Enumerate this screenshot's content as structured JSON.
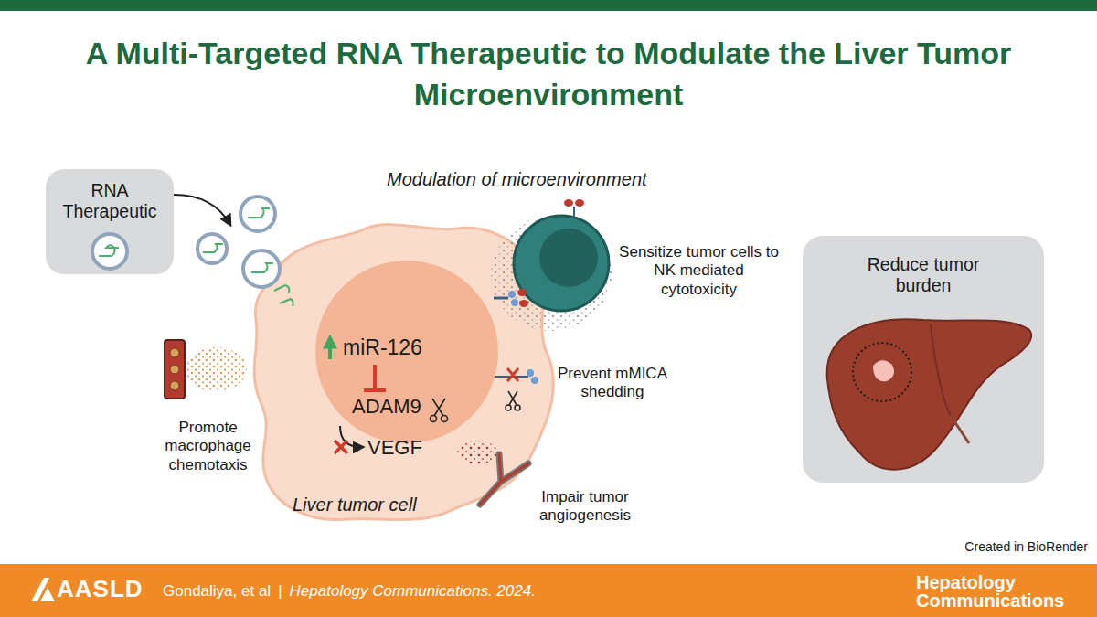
{
  "diagram": {
    "title": "A Multi-Targeted RNA Therapeutic to Modulate the Liver Tumor Microenvironment",
    "nodes": [
      {
        "text": [
          "RNA Therapeutic"
        ]
      },
      {
        "text": [
          "Liver tumor cell"
        ]
      },
      {
        "text": [
          "miR-126",
          "ADAM9"
        ],
        "in": 1
      },
      {
        "text": [
          "Reduce tumor burden"
        ]
      }
    ],
    "edges": [
      {
        "from": 0,
        "to": 1,
        "arrow": "to"
      }
    ],
    "labels": [
      "Modulation of microenvironment",
      "Sensitize tumor cells to NK mediated cytotoxicity",
      "Prevent mMICA shedding",
      "Impair tumor angiogenesis",
      "Promote macrophage chemotaxis",
      "VEGF",
      "Created in BioRender",
      "AASLD",
      "Gondaliya, et al",
      "|",
      "Hepatology Communications. 2024.",
      "Hepatology Communications"
    ]
  }
}
